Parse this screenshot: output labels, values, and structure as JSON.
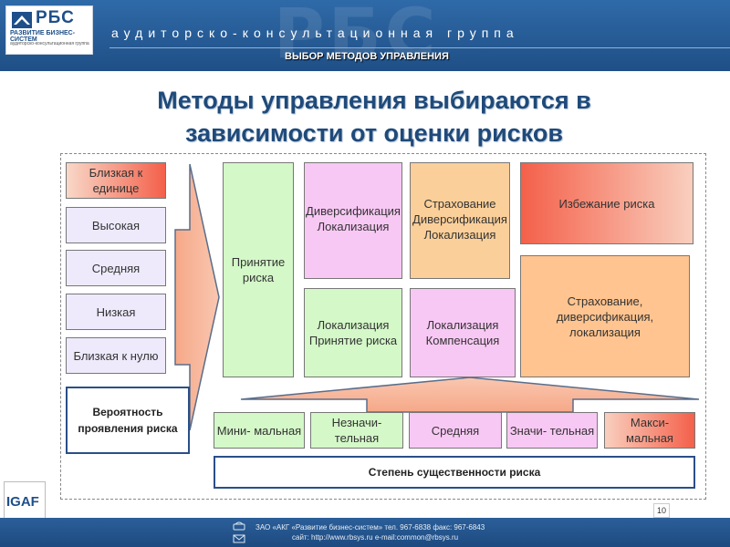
{
  "header": {
    "logo_text": "РБС",
    "logo_subtitle": "РАЗВИТИЕ БИЗНЕС-СИСТЕМ",
    "logo_subtitle2": "аудиторско-консультационная группа",
    "watermark": "РБС",
    "tagline": "аудиторско-консультационная группа",
    "section": "ВЫБОР МЕТОДОВ УПРАВЛЕНИЯ"
  },
  "title": {
    "line1": "Методы управления выбираются в",
    "line2": "зависимости от оценки рисков"
  },
  "probability": {
    "levels": [
      "Близкая к единице",
      "Высокая",
      "Средняя",
      "Низкая",
      "Близкая к нулю"
    ],
    "label": "Вероятность проявления риска"
  },
  "methods": {
    "accept": "Принятие риска",
    "div_loc": "Диверсификация Локализация",
    "ins_div_loc": "Страхование Диверсификация Локализация",
    "avoid": "Избежание риска",
    "loc_accept": "Локализация Принятие риска",
    "loc_comp": "Локализация Компенсация",
    "ins_div_loc2": "Страхование, диверсификация, локализация"
  },
  "significance": {
    "levels": [
      "Мини- мальная",
      "Незначи- тельная",
      "Средняя",
      "Значи- тельная",
      "Макси- мальная"
    ],
    "label": "Степень существенности риска"
  },
  "page_number": "10",
  "igaf": "IGAF",
  "footer": {
    "line1": "ЗАО «АКГ «Развитие бизнес-систем»  тел. 967-6838 факс: 967-6843",
    "line2": "сайт: http://www.rbsys.ru   e-mail:common@rbsys.ru"
  },
  "colors": {
    "header_blue": "#2f6aa8",
    "title_blue": "#1f4a7a",
    "red": "#f4604a",
    "lavender": "#eeeafc",
    "green": "#d4f8c8",
    "pink": "#f8c8f4",
    "peach": "#fbcf99",
    "orange": "#ffc48f"
  }
}
